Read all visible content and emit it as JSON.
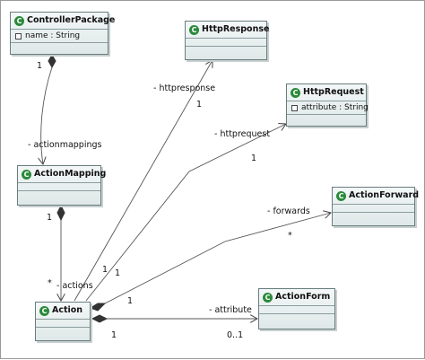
{
  "classes": {
    "controller_package": {
      "name": "ControllerPackage",
      "attribute": "name : String"
    },
    "http_response": {
      "name": "HttpResponse"
    },
    "http_request": {
      "name": "HttpRequest",
      "attribute": "attribute : String"
    },
    "action_mapping": {
      "name": "ActionMapping"
    },
    "action_forward": {
      "name": "ActionForward"
    },
    "action": {
      "name": "Action"
    },
    "action_form": {
      "name": "ActionForm"
    }
  },
  "class_icon_letter": "C",
  "associations": {
    "actionmappings": {
      "role": "- actionmappings",
      "source_mult": "1"
    },
    "actions": {
      "role": "- actions",
      "source_mult": "1",
      "target_mult": "*"
    },
    "httpresponse": {
      "role": "- httpresponse",
      "source_mult": "1",
      "target_mult": "1"
    },
    "httprequest": {
      "role": "- httprequest",
      "source_mult": "1",
      "target_mult": "1"
    },
    "forwards": {
      "role": "- forwards",
      "source_mult": "1",
      "target_mult": "*"
    },
    "attribute": {
      "role": "- attribute",
      "source_mult": "1",
      "target_mult": "0..1"
    }
  },
  "colors": {
    "class_icon": "#2a8a3a",
    "line": "#444444"
  }
}
